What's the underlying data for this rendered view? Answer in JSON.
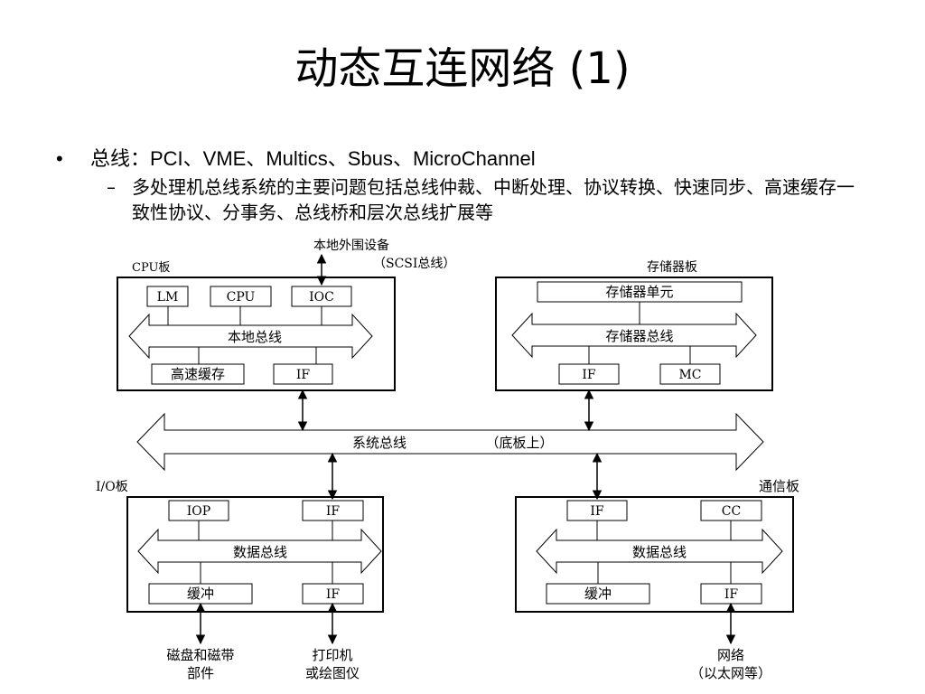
{
  "slide": {
    "title": "动态互连网络 (1)",
    "bullet": {
      "marker": "•",
      "text": "总线：PCI、VME、Multics、Sbus、MicroChannel",
      "sub": {
        "marker": "–",
        "text": "多处理机总线系统的主要问题包括总线仲裁、中断处理、协议转换、快速同步、高速缓存一致性协议、分事务、总线桥和层次总线扩展等"
      }
    }
  },
  "diagram": {
    "peripheral_top": {
      "line1": "本地外围设备",
      "line2": "（SCSI总线）"
    },
    "cpu_board": {
      "label": "CPU板",
      "lm": "LM",
      "cpu": "CPU",
      "ioc": "IOC",
      "bus": "本地总线",
      "cache": "高速缓存",
      "if": "IF"
    },
    "memory_board": {
      "label": "存储器板",
      "unit": "存储器单元",
      "bus": "存储器总线",
      "if": "IF",
      "mc": "MC"
    },
    "system_bus": {
      "label": "系统总线",
      "note": "（底板上）"
    },
    "io_board": {
      "label": "I/O板",
      "iop": "IOP",
      "if_top": "IF",
      "bus": "数据总线",
      "buffer": "缓冲",
      "if_bottom": "IF"
    },
    "comm_board": {
      "label": "通信板",
      "if_top": "IF",
      "cc": "CC",
      "bus": "数据总线",
      "buffer": "缓冲",
      "if_bottom": "IF"
    },
    "ext_disk": {
      "line1": "磁盘和磁带",
      "line2": "部件"
    },
    "ext_printer": {
      "line1": "打印机",
      "line2": "或绘图仪"
    },
    "ext_network": {
      "line1": "网络",
      "line2": "（以太网等）"
    }
  }
}
